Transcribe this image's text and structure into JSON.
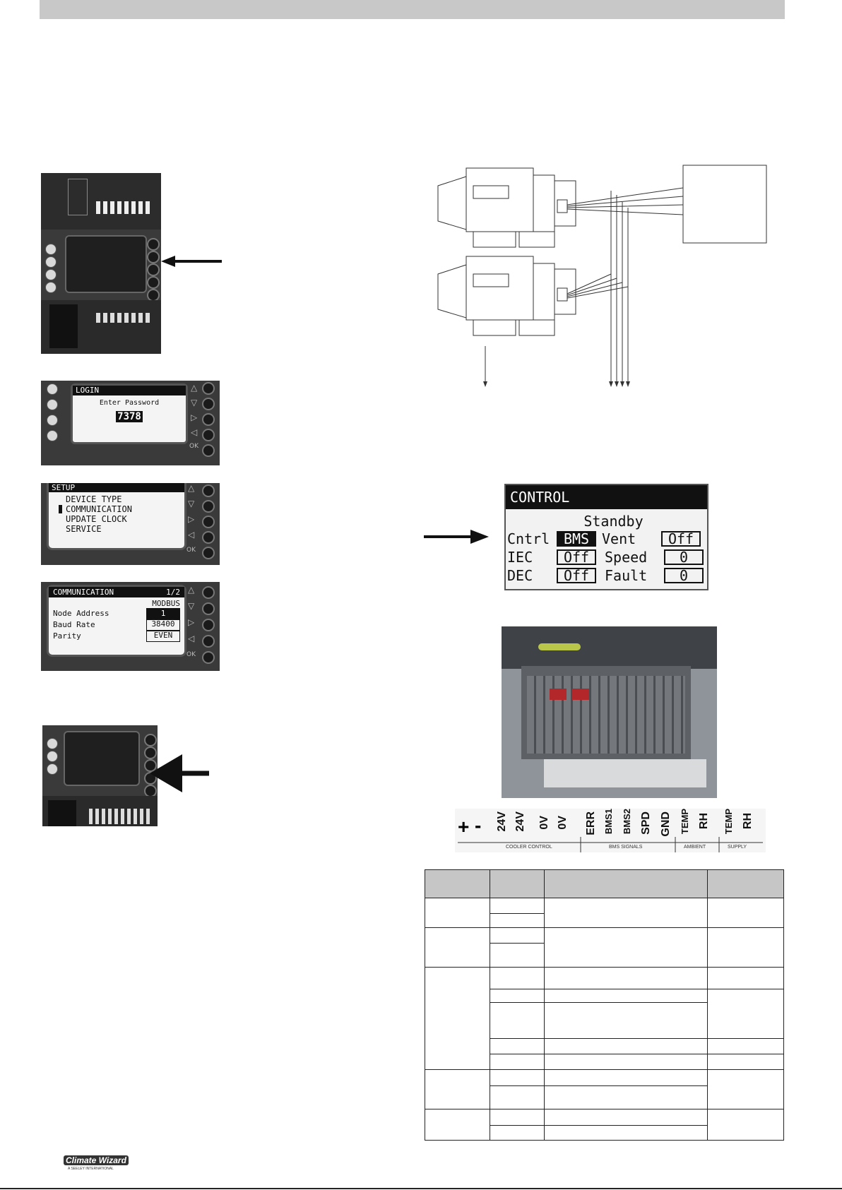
{
  "login_screen": {
    "title": "LOGIN",
    "prompt": "Enter Password",
    "password": "7378"
  },
  "setup_menu": {
    "title": "SETUP",
    "items": [
      "DEVICE TYPE",
      "COMMUNICATION",
      "UPDATE CLOCK",
      "SERVICE"
    ]
  },
  "communication_screen": {
    "title": "COMMUNICATION",
    "page": "1/2",
    "protocol": "MODBUS",
    "rows": [
      {
        "label": "Node Address",
        "value": "1"
      },
      {
        "label": "Baud Rate",
        "value": "38400"
      },
      {
        "label": "Parity",
        "value": "EVEN"
      }
    ]
  },
  "control_screen": {
    "title": "CONTROL",
    "status": "Standby",
    "rows": [
      {
        "l1": "Cntrl",
        "v1": "BMS",
        "l2": "Vent",
        "v2": "Off"
      },
      {
        "l1": "IEC",
        "v1": "Off",
        "l2": "Speed",
        "v2": "0"
      },
      {
        "l1": "DEC",
        "v1": "Off",
        "l2": "Fault",
        "v2": "0"
      }
    ]
  },
  "terminal_strip": {
    "terminals": [
      "+",
      "-",
      "24V",
      "24V",
      "0V",
      "0V",
      "ERR",
      "BMS1",
      "BMS2",
      "SPD",
      "GND",
      "TEMP",
      "RH",
      "TEMP",
      "RH"
    ],
    "groups": [
      "COOLER CONTROL",
      "BMS SIGNALS",
      "AMBIENT",
      "SUPPLY"
    ]
  },
  "logo": {
    "brand": "Climate Wizard",
    "sub": "A SEELEY INTERNATIONAL"
  }
}
